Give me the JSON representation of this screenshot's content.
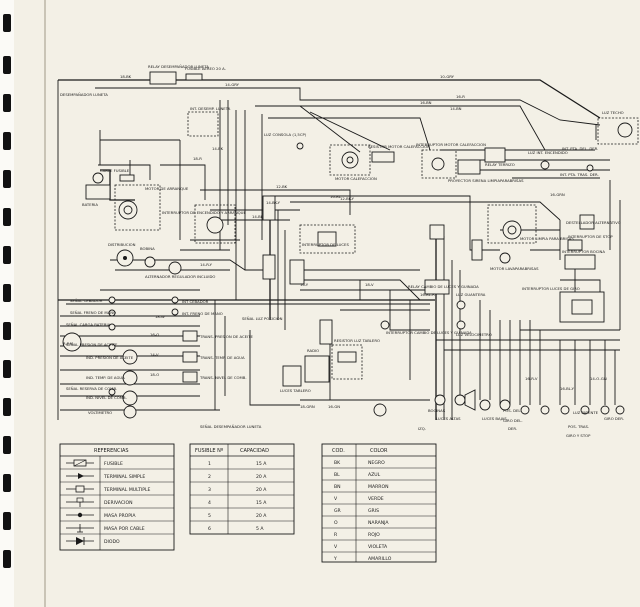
{
  "components": {
    "relay_desempanador": "RELAY DESEMPAÑADOR LUNETA",
    "fusible_aereo": "FUSIBLE AEREO 20 A.",
    "desempanador_luneta": "DESEMPAÑADOR LUNETA",
    "int_desempanador": "INT. DESEMP. LUNETA",
    "luz_consola": "LUZ CONSOLA (1,5CP)",
    "motor_calefaccion": "MOTOR CALEFACCION",
    "resistor_calefaccion": "RESISTOR MOTOR CALEFACCION",
    "interruptor_calefaccion": "INTERRUPTOR MOTOR CALEFACCION",
    "proyector_sirena": "PROYECTOR SIRENA LIMPIAPARABRISAS",
    "relay_terrizo": "RELAY TERRIZO",
    "luz_int_encendido": "LUZ INT. ENCENDIDO",
    "int_pta_del_der": "INT. PTA. DEL. DER.",
    "int_pta_tras_der": "INT. PTA. TRAS. DER.",
    "luz_techo": "LUZ TECHO",
    "cable_fusible": "CABLE FUSIBLE",
    "bateria": "BATERIA",
    "motor_arranque": "MOTOR DE ARRANQUE",
    "interruptor_encendido": "INTERRUPTOR DE ENCENDIDO Y ARRANQUE",
    "interruptor_luces": "INTERRUPTOR DE LUCES",
    "motor_limpia": "MOTOR LIMPIA PARA BRISAS",
    "motor_lavaparabrisas": "MOTOR LAVAPARABRISAS",
    "destellador_alternativo": "DESTELLADOR ALTERNATIVO",
    "interruptor_stop": "INTERRUPTOR DE STOP",
    "interruptor_bocina": "INTERRUPTOR BOCINA",
    "distribucion": "DISTRIBUCION",
    "bobina": "BOBINA",
    "alternador": "ALTERNADOR REGULADOR INCLUIDO",
    "relay_cambio_luces": "RELAY CAMBIO DE LUCES Y GUINADA",
    "interruptor_cambio_luces": "INTERRUPTOR CAMBIO DE LUCES Y GUINADA",
    "luz_guantera": "LUZ GUANTERA",
    "luz_velocimetro": "LUZ VELOCIMETRO",
    "interruptor_luces_giro": "INTERRUPTOR LUCES DE GIRO",
    "senal_cebador": "SEÑAL CEBADOR",
    "senal_freno": "SEÑAL FRENO DE MANO",
    "senal_carga_bateria": "SEÑAL CARGA BATERIA",
    "senal_presion_aceite": "SEÑAL PRESION DE ACEITE",
    "senal_reserva_combustible": "SEÑAL RESERVA DE COMB.",
    "int_cebador": "INT CEBADOR",
    "int_freno_mano": "INT. FRENO DE MANO",
    "trans_presion_aceite": "TRANS. PRESION DE ACEITE",
    "trans_temp_agua": "TRANS. TEMP. DE AGUA",
    "trans_nivel_comb": "TRANS. NIVEL DE COMB.",
    "rpm": "R.P.M.",
    "ind_presion_aceite": "IND. PRESION DE ACEITE",
    "ind_temp_agua": "IND. TEMP. DE AGUA",
    "ind_nivel_comb": "IND. NIVEL DE COMB.",
    "voltimetro": "VOLTIMETRO",
    "senal_luz_posicion": "SEÑAL LUZ POSICION",
    "luces_tablero": "LUCES TABLERO",
    "radio": "RADIO",
    "resistor_luz_tablero": "RESISTOR LUZ TABLERO",
    "senal_desempanador": "SEÑAL DESEMPAÑADOR LUNETA",
    "bocinas": "BOCINAS",
    "luces_altas": "LUCES ALTAS",
    "luces_bajas": "LUCES BAJAS",
    "luz_patente": "LUZ PATENTE",
    "izq": "IZQ.",
    "der": "DER.",
    "pos_del": "POS. DEL.",
    "giro_del": "GIRO DEL.",
    "pos_tras": "POS. TRAS.",
    "giro_stop": "GIRO Y STOP",
    "giro_der": "GIRO DER."
  },
  "wire_labels": [
    "18-BK",
    "10-GRY",
    "14-GRY",
    "16-BN",
    "14-BN",
    "16-R",
    "14-BK",
    "12-BK",
    "18-R",
    "14-BL",
    "16-BL",
    "14-BK-Y",
    "12-BK-Y",
    "16-GRN",
    "14-R-Y",
    "16-BL-R",
    "16-Y",
    "18-V",
    "14-V",
    "18-W",
    "16-O",
    "18-O",
    "16-GN",
    "18-GRN",
    "16-R-V",
    "16-BL-Y",
    "14-O-GN"
  ],
  "references": {
    "title": "REFERENCIAS",
    "items": [
      {
        "symbol": "fuse-icon",
        "label": "FUSIBLE"
      },
      {
        "symbol": "simple-terminal-icon",
        "label": "TERMINAL SIMPLE"
      },
      {
        "symbol": "multiple-terminal-icon",
        "label": "TERMINAL MULTIPLE"
      },
      {
        "symbol": "derivation-icon",
        "label": "DERIVACION"
      },
      {
        "symbol": "own-ground-icon",
        "label": "MASA PROPIA"
      },
      {
        "symbol": "cable-ground-icon",
        "label": "MASA POR CABLE"
      },
      {
        "symbol": "diode-icon",
        "label": "DIODO"
      }
    ]
  },
  "fuses": {
    "headers": [
      "FUSIBLE Nº",
      "CAPACIDAD"
    ],
    "rows": [
      [
        "1",
        "15 A"
      ],
      [
        "2",
        "20 A"
      ],
      [
        "3",
        "20 A"
      ],
      [
        "4",
        "15 A"
      ],
      [
        "5",
        "20 A"
      ],
      [
        "6",
        "5 A"
      ]
    ]
  },
  "colors": {
    "headers": [
      "COD.",
      "COLOR"
    ],
    "rows": [
      [
        "BK",
        "NEGRO"
      ],
      [
        "BL",
        "AZUL"
      ],
      [
        "BN",
        "MARRON"
      ],
      [
        "V",
        "VERDE"
      ],
      [
        "GR",
        "GRIS"
      ],
      [
        "O",
        "NARANJA"
      ],
      [
        "R",
        "ROJO"
      ],
      [
        "V",
        "VIOLETA"
      ],
      [
        "Y",
        "AMARILLO"
      ]
    ]
  }
}
